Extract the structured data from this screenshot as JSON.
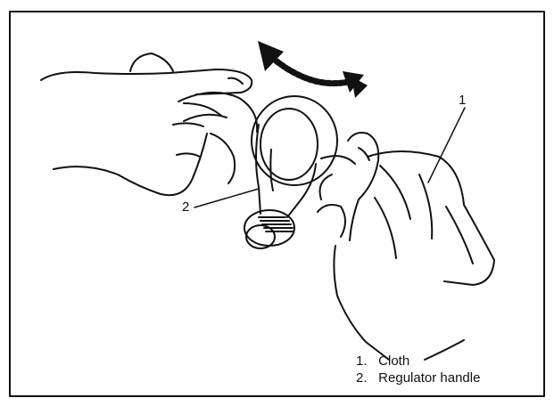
{
  "callouts": [
    {
      "number": "1",
      "label": "Cloth"
    },
    {
      "number": "2",
      "label": "Regulator handle"
    }
  ],
  "legend": [
    {
      "number": "1.",
      "label": "Cloth"
    },
    {
      "number": "2.",
      "label": "Regulator handle"
    }
  ],
  "colors": {
    "ink": "#111111",
    "paper": "#ffffff"
  }
}
